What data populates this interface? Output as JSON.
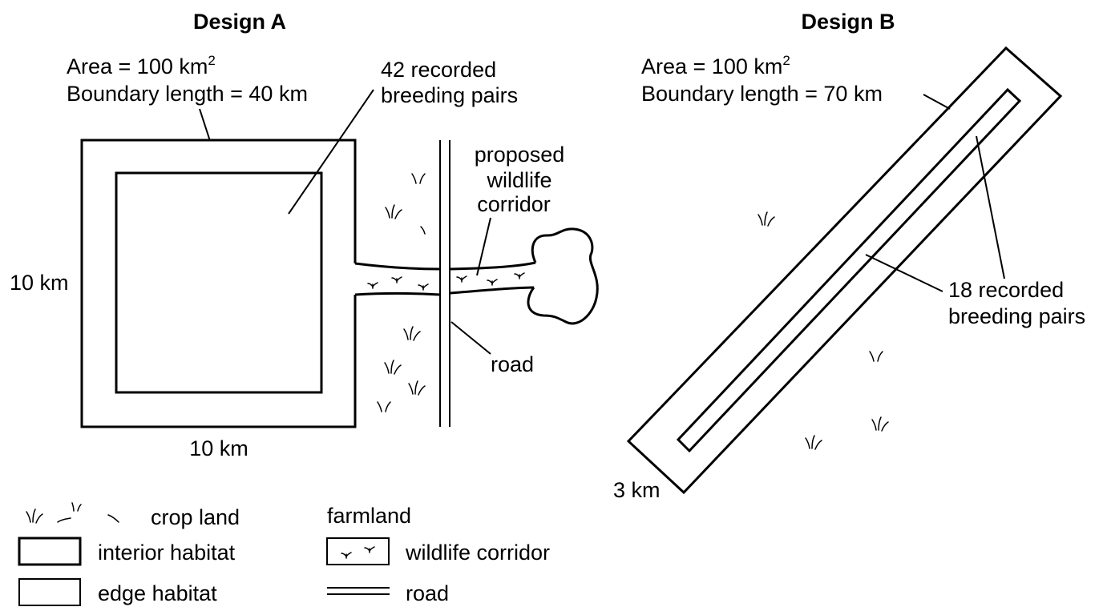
{
  "design_a": {
    "title": "Design A",
    "area_label": "Area = 100 km",
    "area_sup": "2",
    "boundary_label": "Boundary length = 40 km",
    "side_left": "10 km",
    "side_bottom": "10 km",
    "pairs_line1": "42 recorded",
    "pairs_line2": "breeding pairs",
    "corridor_line1": "proposed",
    "corridor_line2": "wildlife",
    "corridor_line3": "corridor",
    "road_label": "road"
  },
  "design_b": {
    "title": "Design B",
    "area_label": "Area = 100 km",
    "area_sup": "2",
    "boundary_label": "Boundary length = 70 km",
    "width_label": "3 km",
    "pairs_line1": "18 recorded",
    "pairs_line2": "breeding pairs"
  },
  "legend": {
    "crop_land": "crop land",
    "farmland": "farmland",
    "interior_habitat": "interior habitat",
    "wildlife_corridor": "wildlife corridor",
    "edge_habitat": "edge habitat",
    "road": "road"
  }
}
